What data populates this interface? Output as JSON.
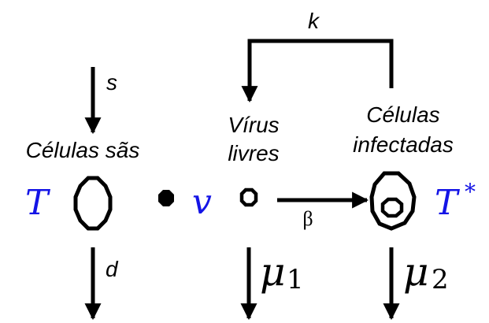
{
  "diagram": {
    "rate_k": "k",
    "rate_s": "s",
    "rate_d": "d",
    "rate_beta": "β",
    "rate_mu1_symbol": "μ",
    "rate_mu1_subscript": "1",
    "rate_mu2_symbol": "μ",
    "rate_mu2_subscript": "2",
    "healthy_label": "Células sãs",
    "virus_label_line1": "Vírus",
    "virus_label_line2": "livres",
    "infected_label_line1": "Células",
    "infected_label_line2": "infectadas",
    "symbol_T": "T",
    "symbol_v": "v",
    "symbol_Tstar": "T",
    "symbol_star": "*",
    "colors": {
      "symbols": "#1414e6",
      "lines": "#000000"
    },
    "icons": [
      "healthy-cell-icon",
      "virion-icon",
      "free-virus-icon",
      "infected-cell-icon"
    ]
  }
}
